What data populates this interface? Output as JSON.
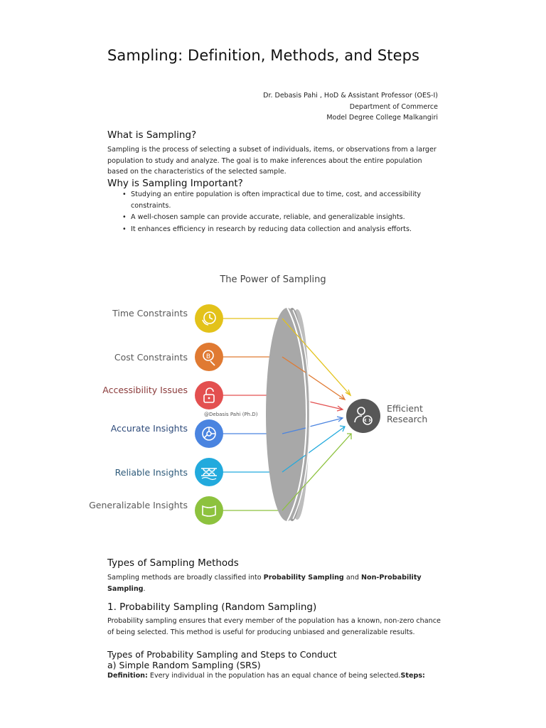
{
  "title": "Sampling: Definition, Methods, and Steps",
  "author": {
    "line1": "Dr. Debasis Pahi , HoD & Assistant Professor (OES-I)",
    "line2": "Department of Commerce",
    "line3": "Model Degree College Malkangiri"
  },
  "what": {
    "heading": "What is Sampling?",
    "body": "Sampling is the process of selecting a subset of individuals, items, or observations from a larger population to study and analyze. The goal is to make inferences about the entire population based on the characteristics of the selected sample."
  },
  "why": {
    "heading": "Why is Sampling Important?",
    "bullets": [
      "Studying an entire population is often impractical due to time, cost, and accessibility constraints.",
      "A well-chosen sample can provide accurate, reliable, and generalizable insights.",
      "It enhances efficiency in research by reducing data collection and analysis efforts."
    ]
  },
  "infographic": {
    "title": "The Power of Sampling",
    "factors": [
      {
        "label": "Time Constraints",
        "color": "#e3c21a",
        "text_color": "#5a5a5a",
        "icon": "clock-hand-icon"
      },
      {
        "label": "Cost Constraints",
        "color": "#e07a32",
        "text_color": "#5a5a5a",
        "icon": "coin-hand-icon"
      },
      {
        "label": "Accessibility Issues",
        "color": "#e35050",
        "text_color": "#8a3a3a",
        "icon": "unlock-icon"
      },
      {
        "label": "Accurate Insights",
        "color": "#4a84e0",
        "text_color": "#2d4a7a",
        "icon": "target-icon"
      },
      {
        "label": "Reliable Insights",
        "color": "#22aadd",
        "text_color": "#2d5a7a",
        "icon": "bridge-icon"
      },
      {
        "label": "Generalizable Insights",
        "color": "#8dc23e",
        "text_color": "#5a5a5a",
        "icon": "banner-icon"
      }
    ],
    "watermark": "@Debasis Pahi (Ph.D)",
    "result": {
      "label": "Efficient Research",
      "icon": "person-code-icon"
    }
  },
  "types": {
    "heading": "Types of Sampling Methods",
    "body_pre": "Sampling methods are broadly classified into ",
    "bold1": "Probability Sampling",
    "body_mid": " and ",
    "bold2": "Non-Probability Sampling",
    "body_post": "."
  },
  "prob": {
    "heading": "1. Probability Sampling (Random Sampling)",
    "body": "Probability sampling ensures that every member of the population has a known, non-zero chance of being selected. This method is useful for producing unbiased and generalizable results.",
    "sub_heading": "Types of Probability Sampling and Steps to Conduct",
    "srs_heading": "a) Simple Random Sampling (SRS)",
    "def_label": "Definition:",
    "def_text": " Every individual in the population has an equal chance of being selected.",
    "steps_label": "Steps:"
  }
}
